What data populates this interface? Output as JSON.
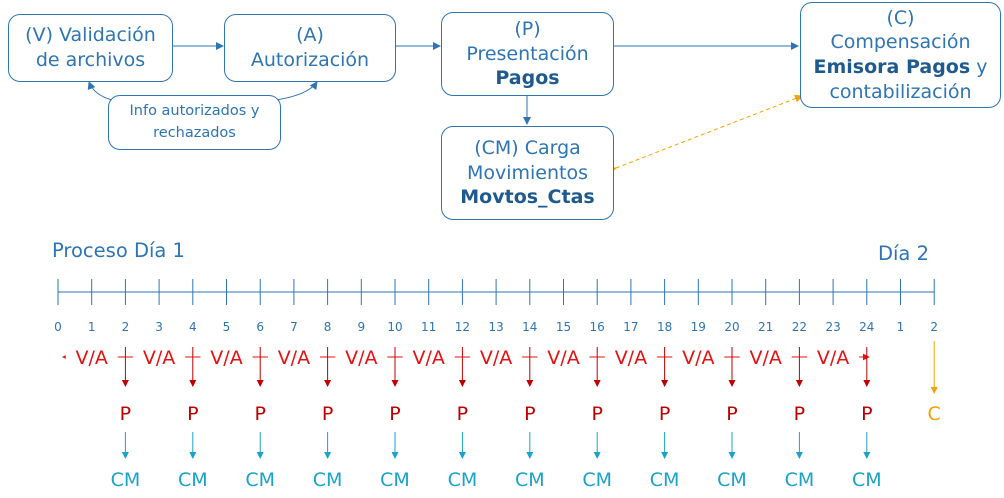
{
  "flow": {
    "validacion": {
      "line1": "(V) Validación",
      "line2": "de archivos"
    },
    "autorizacion": {
      "line1": "(A)",
      "line2": "Autorización"
    },
    "presentacion": {
      "line1": "(P)",
      "line2": "Presentación",
      "line3": "Pagos"
    },
    "compensacion": {
      "line1": "(C)",
      "line2": "Compensación",
      "line3_bold": "Emisora Pagos",
      "line3_rest": " y",
      "line4": "contabilización"
    },
    "info": {
      "line1": "Info autorizados y",
      "line2": "rechazados"
    },
    "carga": {
      "line1": "(CM) Carga",
      "line2": "Movimientos",
      "line3": "Movtos_Ctas"
    }
  },
  "timeline": {
    "title_left": "Proceso Día 1",
    "title_right": "Día 2",
    "ticks": [
      "0",
      "1",
      "2",
      "3",
      "4",
      "5",
      "6",
      "7",
      "8",
      "9",
      "10",
      "11",
      "12",
      "13",
      "14",
      "15",
      "16",
      "17",
      "18",
      "19",
      "20",
      "21",
      "22",
      "23",
      "24",
      "1",
      "2"
    ],
    "va_label": "V/A",
    "p_label": "P",
    "c_label": "C",
    "cm_label": "CM",
    "colors": {
      "axis": "#2e75b6",
      "va": "#e81010",
      "p": "#c00000",
      "c": "#f5a300",
      "cm": "#1aa3c9"
    }
  }
}
